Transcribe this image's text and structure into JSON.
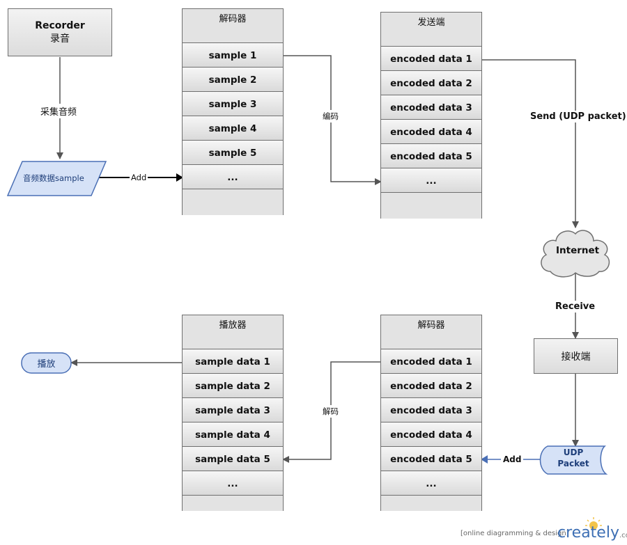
{
  "recorder": {
    "title": "Recorder",
    "subtitle": "录音"
  },
  "labels": {
    "capture_audio": "采集音频",
    "add": "Add",
    "encode": "编码",
    "send": "Send (UDP packet)",
    "receive": "Receive",
    "decode": "解码"
  },
  "audio_data": "音频数据sample",
  "decoder_top": {
    "title": "解码器",
    "items": [
      "sample 1",
      "sample 2",
      "sample 3",
      "sample 4",
      "sample 5",
      "..."
    ]
  },
  "sender": {
    "title": "发送端",
    "items": [
      "encoded data 1",
      "encoded data 2",
      "encoded data 3",
      "encoded data 4",
      "encoded data 5",
      "..."
    ]
  },
  "internet": "Internet",
  "receiver": "接收端",
  "udp_packet": {
    "line1": "UDP",
    "line2": "Packet"
  },
  "decoder_bottom": {
    "title": "解码器",
    "items": [
      "encoded data 1",
      "encoded data 2",
      "encoded data 3",
      "encoded data 4",
      "encoded data 5",
      "..."
    ]
  },
  "player": {
    "title": "播放器",
    "items": [
      "sample data 1",
      "sample data 2",
      "sample data 3",
      "sample data 4",
      "sample data 5",
      "..."
    ]
  },
  "play": "播放",
  "footer": {
    "caption": "[online diagramming & design]",
    "brand": "creately",
    "brand_suffix": ".com"
  },
  "colors": {
    "line": "#555555",
    "blue_fill": "#d6e2f7",
    "blue_stroke": "#4a6fb5",
    "blue_text": "#1f3f7a",
    "brand": "#3d6fb4",
    "sun": "#f3c44a"
  }
}
